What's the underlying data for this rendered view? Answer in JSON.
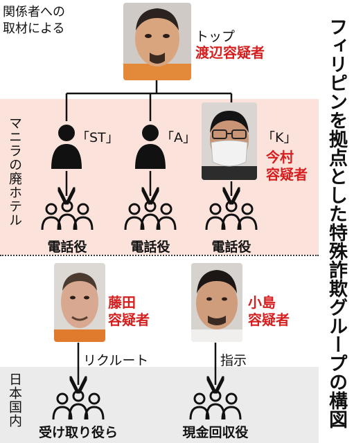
{
  "title": "フィリピンを拠点とした特殊詐欺グループの構図",
  "source": "関係者への\n取材による",
  "regions": {
    "manila": "マニラの廃ホテル",
    "japan": "日本国内"
  },
  "top": {
    "label": "トップ",
    "name": "渡辺容疑者"
  },
  "members": [
    {
      "label": "「ST」"
    },
    {
      "label": "「A」"
    },
    {
      "label": "「K」",
      "name": "今村\n容疑者"
    }
  ],
  "phone_role": "電話役",
  "domestic": [
    {
      "name": "藤田\n容疑者",
      "edge_label": "リクルート",
      "role": "受け取り役ら"
    },
    {
      "name": "小島\n容疑者",
      "edge_label": "指示",
      "role": "現金回収役"
    }
  ],
  "colors": {
    "accent_red": "#d61e1e",
    "manila_band": "#fbe3dc",
    "japan_band": "#ebebeb"
  }
}
